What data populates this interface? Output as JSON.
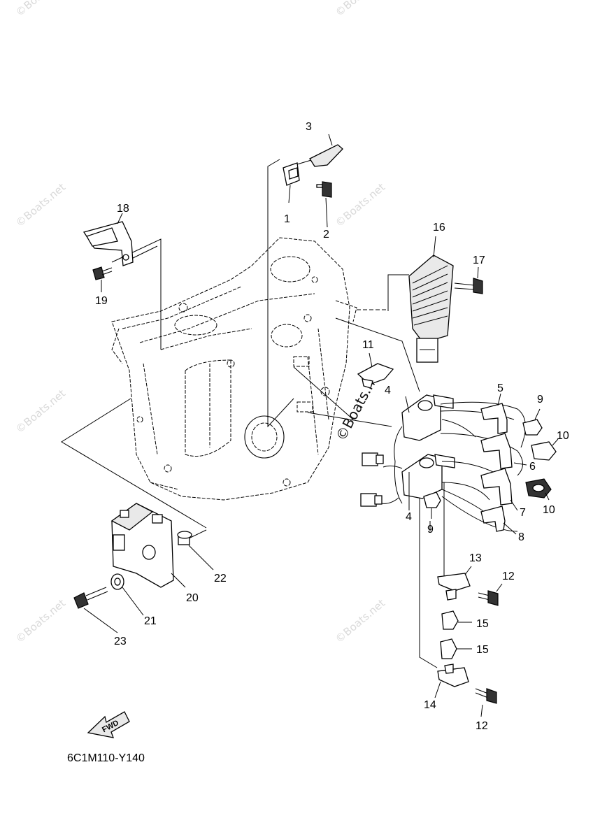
{
  "diagram": {
    "part_code": "6C1M110-Y140",
    "fwd_label": "FWD",
    "watermark_text": "©Boats.net",
    "callouts": {
      "c1": "1",
      "c2": "2",
      "c3": "3",
      "c4a": "4",
      "c4b": "4",
      "c5": "5",
      "c6": "6",
      "c7": "7",
      "c8": "8",
      "c9a": "9",
      "c9b": "9",
      "c10a": "10",
      "c10b": "10",
      "c11": "11",
      "c12a": "12",
      "c12b": "12",
      "c13": "13",
      "c14": "14",
      "c15a": "15",
      "c15b": "15",
      "c16": "16",
      "c17": "17",
      "c18": "18",
      "c19": "19",
      "c20": "20",
      "c21": "21",
      "c22": "22",
      "c23": "23"
    }
  }
}
